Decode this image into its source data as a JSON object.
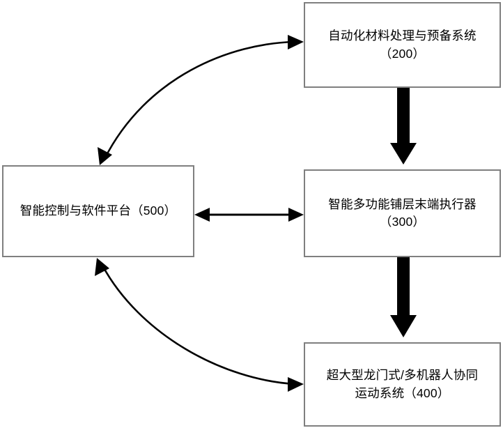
{
  "diagram": {
    "title": "",
    "background_color": "#ffffff",
    "node_border_color": "#7f7f7f",
    "node_fill_color": "#ffffff",
    "edge_color": "#000000",
    "text_color": "#000000",
    "nodes": [
      {
        "id": "500",
        "name": "intelligent-control-software-platform",
        "label": "智能控制与软件平台（500）",
        "ref": "500"
      },
      {
        "id": "200",
        "name": "automated-material-handling-system",
        "label": "自动化材料处理与预备系统\n（200）",
        "ref": "200"
      },
      {
        "id": "300",
        "name": "intelligent-multifunction-layup-end-effector",
        "label": "智能多功能铺层末端执行器\n（300）",
        "ref": "300"
      },
      {
        "id": "400",
        "name": "gantry-multi-robot-motion-system",
        "label": "超大型龙门式/多机器人协同\n运动系统（400）",
        "ref": "400"
      }
    ],
    "edges": [
      {
        "name": "edge-500-to-200",
        "from": "500",
        "to": "200",
        "style": "curved",
        "arrowheads": "both",
        "weight": "thin"
      },
      {
        "name": "edge-500-to-300",
        "from": "500",
        "to": "300",
        "style": "straight-horizontal",
        "arrowheads": "both",
        "weight": "thin"
      },
      {
        "name": "edge-500-to-400",
        "from": "500",
        "to": "400",
        "style": "curved",
        "arrowheads": "both",
        "weight": "thin"
      },
      {
        "name": "edge-200-to-300",
        "from": "200",
        "to": "300",
        "style": "straight-vertical",
        "arrowheads": "end",
        "weight": "thick-block"
      },
      {
        "name": "edge-300-to-400",
        "from": "300",
        "to": "400",
        "style": "straight-vertical",
        "arrowheads": "end",
        "weight": "thick-block"
      }
    ]
  }
}
